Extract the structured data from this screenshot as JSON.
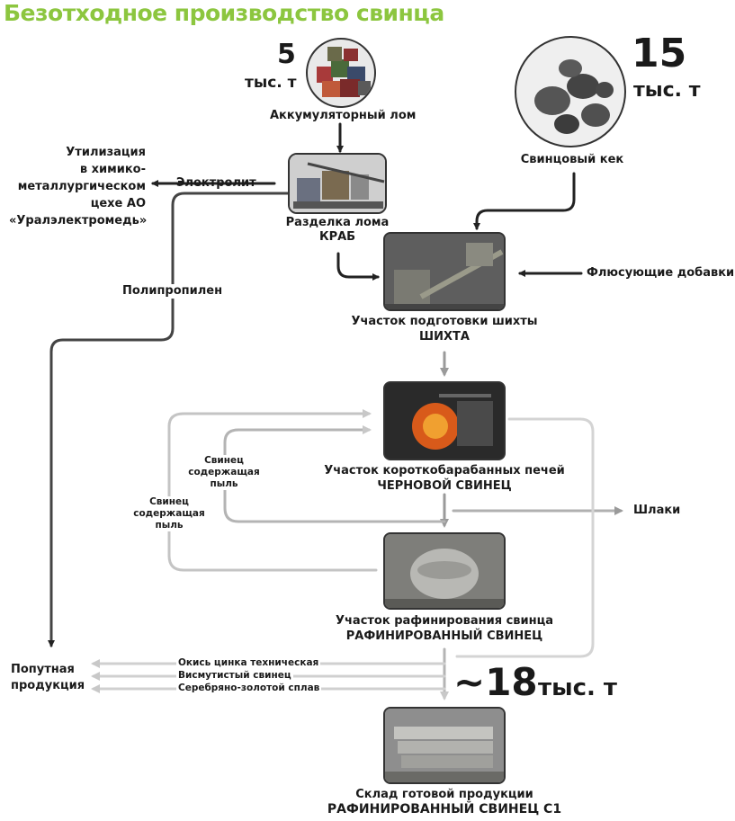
{
  "title": "Безотходное производство свинца",
  "battery_scrap": {
    "amount": "5",
    "unit": "тыс. т",
    "label": "Аккумуляторный лом"
  },
  "lead_cake": {
    "amount": "15",
    "unit": "тыс. т",
    "label": "Свинцовый кек"
  },
  "crab": {
    "line1": "Разделка лома",
    "line2": "КРАБ"
  },
  "electrolyte": "Электролит",
  "utilization": [
    "Утилизация",
    "в химико-",
    "металлургическом",
    "цехе АО",
    "«Уралэлектромедь»"
  ],
  "polypropylene": "Полипропилен",
  "fluxes": "Флюсующие добавки",
  "charge": {
    "line1": "Участок подготовки шихты",
    "line2": "ШИХТА"
  },
  "furnace": {
    "line1": "Участок короткобарабанных печей",
    "line2": "ЧЕРНОВОЙ СВИНЕЦ"
  },
  "dust_inner": [
    "Свинец",
    "содержащая",
    "пыль"
  ],
  "dust_outer": [
    "Свинец",
    "содержащая",
    "пыль"
  ],
  "slag": "Шлаки",
  "refining": {
    "line1": "Участок рафинирования свинца",
    "line2": "РАФИНИРОВАННЫЙ СВИНЕЦ"
  },
  "byproducts_label": [
    "Попутная",
    "продукция"
  ],
  "byproducts": [
    "Окись цинка техническая",
    "Висмутистый свинец",
    "Серебряно-золотой сплав"
  ],
  "output": {
    "amount": "~18",
    "unit": "тыс. т"
  },
  "warehouse": {
    "line1": "Склад готовой продукции",
    "line2": "РАФИНИРОВАННЫЙ СВИНЕЦ С1"
  }
}
